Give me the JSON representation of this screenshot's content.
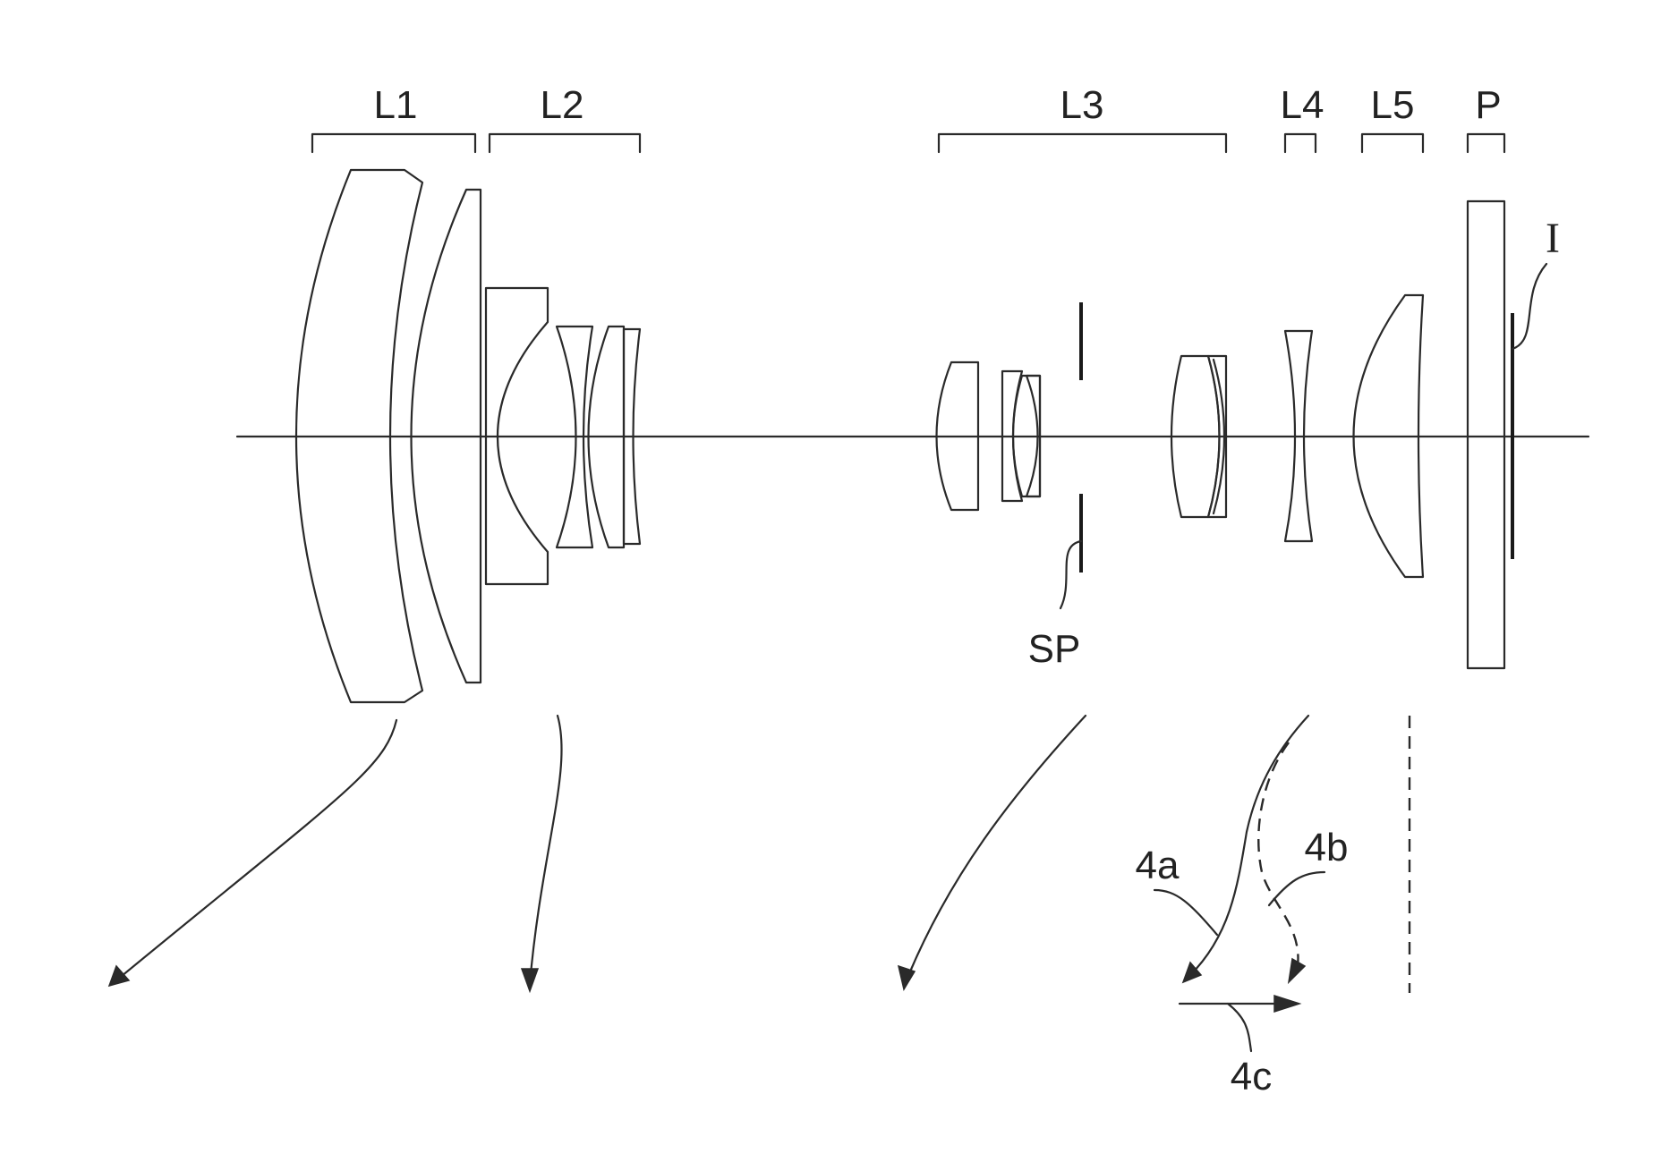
{
  "labels": {
    "L1": "L1",
    "L2": "L2",
    "L3": "L3",
    "L4": "L4",
    "L5": "L5",
    "P": "P",
    "I": "I",
    "SP": "SP",
    "4a": "4a",
    "4b": "4b",
    "4c": "4c"
  },
  "colors": {
    "line": "#2a2a2a",
    "background": "#ffffff"
  }
}
